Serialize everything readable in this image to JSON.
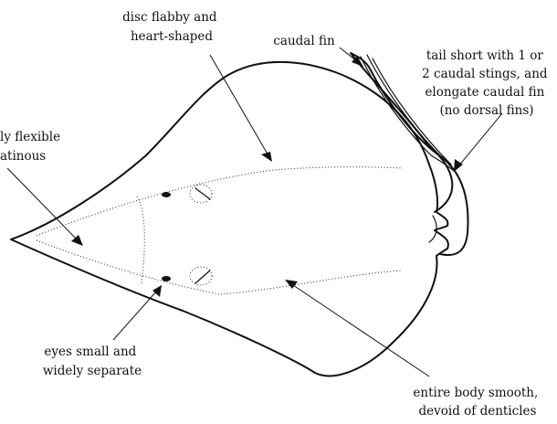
{
  "labels": {
    "disc": [
      "disc flabby and",
      "heart-shaped"
    ],
    "caudal_fin": [
      "caudal fin"
    ],
    "tail": [
      "tail short with 1 or",
      "2 caudal stings, and",
      "elongate caudal fin",
      "(no dorsal fins)"
    ],
    "snout": [
      "ly flexible",
      "atinous"
    ],
    "eyes": [
      "eyes small and",
      "widely separate"
    ],
    "body": [
      "entire body smooth,",
      "devoid of denticles"
    ]
  }
}
